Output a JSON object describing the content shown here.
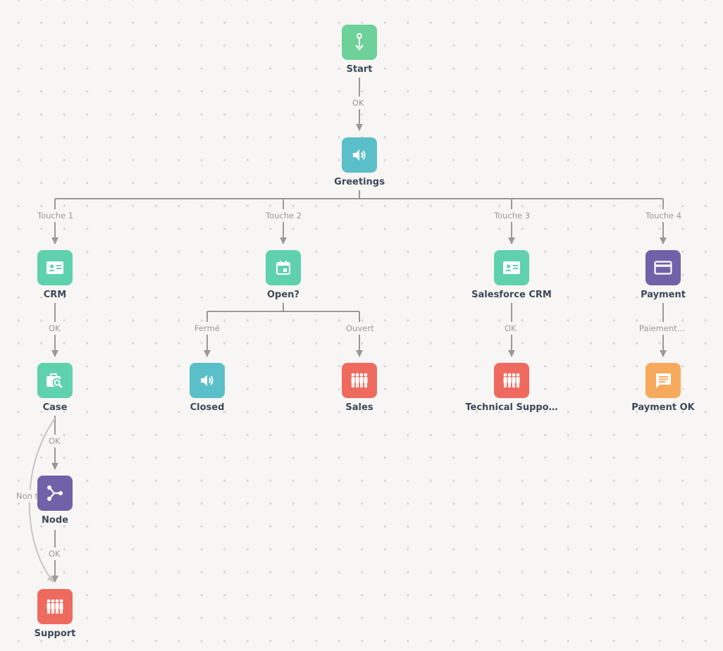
{
  "colors": {
    "green": "#6dd199",
    "teal": "#5bbfc9",
    "mint": "#5fd1ad",
    "purple": "#6f62a8",
    "red": "#ef6a5e",
    "orange": "#f7a95c",
    "edge": "#999999",
    "label_text": "#3d4959",
    "edge_label_text": "#9a9a9a"
  },
  "nodes": {
    "start": {
      "label": "Start",
      "icon": "start-icon"
    },
    "greetings": {
      "label": "Greetings",
      "icon": "speaker-icon"
    },
    "crm": {
      "label": "CRM",
      "icon": "contact-card-icon"
    },
    "open": {
      "label": "Open?",
      "icon": "calendar-icon"
    },
    "salesforce_crm": {
      "label": "Salesforce CRM",
      "icon": "contact-card-icon"
    },
    "payment": {
      "label": "Payment",
      "icon": "credit-card-icon"
    },
    "case": {
      "label": "Case",
      "icon": "briefcase-search-icon"
    },
    "closed": {
      "label": "Closed",
      "icon": "speaker-icon"
    },
    "sales": {
      "label": "Sales",
      "icon": "team-icon"
    },
    "technical_support": {
      "label": "Technical Suppo…",
      "icon": "team-icon"
    },
    "payment_ok": {
      "label": "Payment OK",
      "icon": "chat-message-icon"
    },
    "node": {
      "label": "Node",
      "icon": "branch-icon"
    },
    "support": {
      "label": "Support",
      "icon": "team-icon"
    }
  },
  "edge_labels": {
    "start_greetings": "OK",
    "touche_1": "Touche 1",
    "touche_2": "Touche 2",
    "touche_3": "Touche 3",
    "touche_4": "Touche 4",
    "crm_case": "OK",
    "ferme": "Fermé",
    "ouvert": "Ouvert",
    "salesforce_tech": "OK",
    "paiement": "Paiement r…",
    "case_node": "OK",
    "case_support": "Non t",
    "node_support": "OK"
  }
}
